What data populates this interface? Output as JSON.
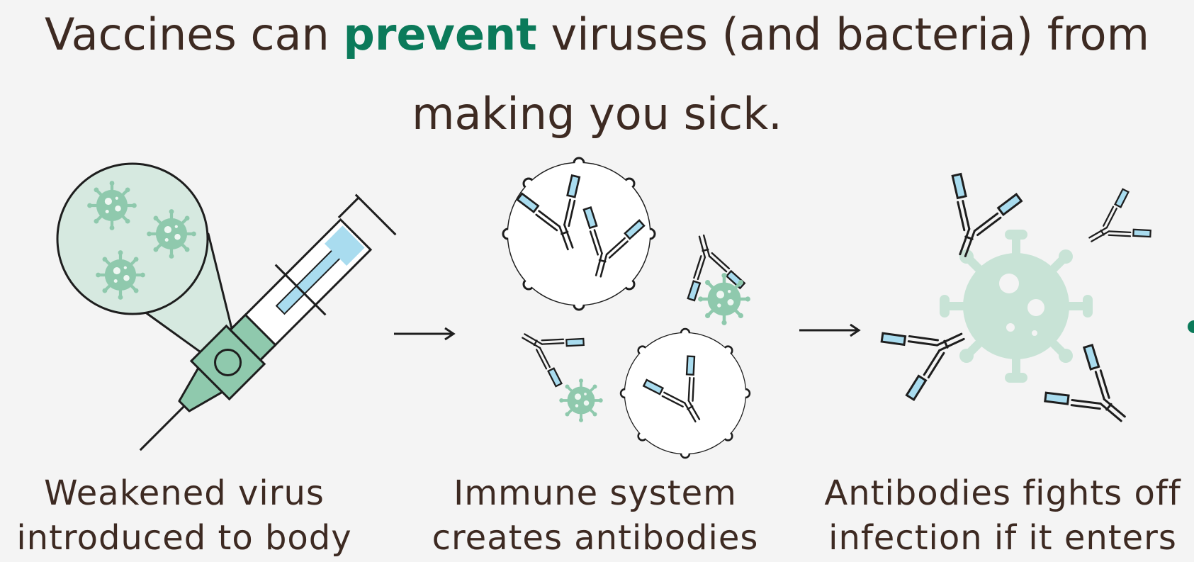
{
  "title": {
    "before": "Vaccines can ",
    "emphasis": "prevent",
    "after": " viruses (and bacteria) from",
    "line2": "making you sick."
  },
  "steps": [
    {
      "line1": "Weakened virus",
      "line2": "introduced to body"
    },
    {
      "line1": "Immune system",
      "line2": "creates antibodies"
    },
    {
      "line1": "Antibodies fights off",
      "line2": "infection if it enters"
    }
  ],
  "colors": {
    "accent": "#0b7a5a",
    "text": "#3d2a22",
    "virus": "#8fc9ad",
    "virus_pale": "#c8e3d6",
    "antibody_fill": "#a9dcef",
    "outline": "#1e1e1e",
    "background": "#f4f4f4"
  }
}
